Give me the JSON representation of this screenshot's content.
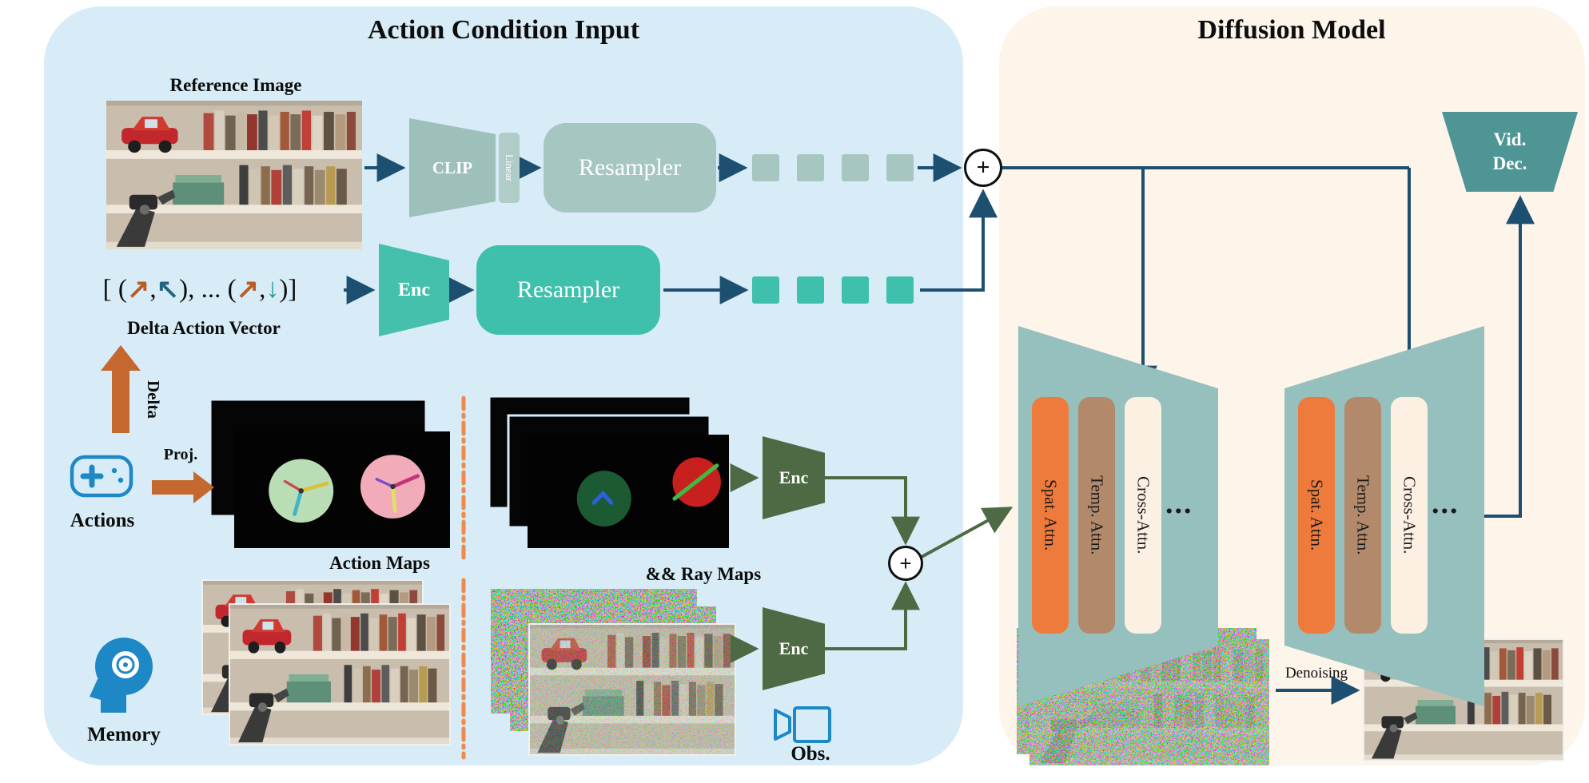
{
  "symbols": {
    "plus": "+",
    "dots": "..."
  },
  "left_panel": {
    "title": "Action Condition Input",
    "reference_image_label": "Reference Image",
    "clip_label": "CLIP",
    "linear_label": "Linear",
    "resampler_image_label": "Resampler",
    "resampler_action_label": "Resampler",
    "action_vector": {
      "prefix": "[ (",
      "arrow1": "↗",
      "comma1": ",",
      "arrow2": "↖",
      "middle": "), ... (",
      "arrow3": "↗",
      "comma2": ",",
      "arrow4": "↓",
      "suffix": ")]"
    },
    "delta_action_vector_label": "Delta Action Vector",
    "enc_action_label": "Enc",
    "delta_label": "Delta",
    "actions_label": "Actions",
    "proj_label": "Proj.",
    "action_maps_label": "Action Maps",
    "ray_maps_label": "&& Ray Maps",
    "enc_ray_label": "Enc",
    "memory_label": "Memory",
    "enc_obs_label": "Enc",
    "obs_label": "Obs."
  },
  "right_panel": {
    "title": "Diffusion Model",
    "unet_blocks": {
      "spat": "Spat. Attn.",
      "temp": "Temp. Attn.",
      "cross": "Cross-Attn."
    },
    "vid_dec": {
      "line1": "Vid.",
      "line2": "Dec."
    },
    "denoising_label": "Denoising"
  },
  "colors": {
    "left_panel_bg": "#d7ecf6",
    "right_panel_bg": "#fdf4ea",
    "sage": "#a6c7c1",
    "clip_sage": "#9dc0bb",
    "teal": "#3fc0ac",
    "dark_green": "#4d6a44",
    "navy_arrow": "#1d4f70",
    "orange": "#c4682f",
    "divider_orange": "#f08a4c",
    "spat_orange": "#ee7b3c",
    "temp_tan": "#b28a6b",
    "cross_cream": "#fbf0e2",
    "unet_teal": "#95c0bd",
    "vid_dec_teal": "#4f9596",
    "icon_blue": "#1e88c7"
  }
}
